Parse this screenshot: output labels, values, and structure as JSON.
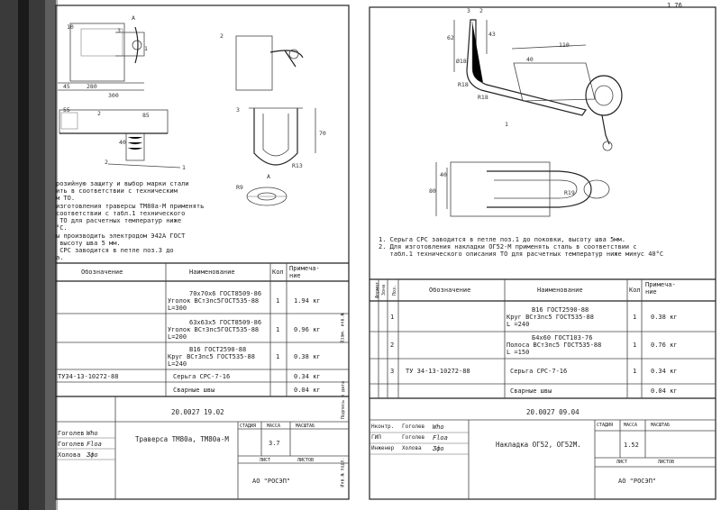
{
  "left_sheet": {
    "notes": [
      "розийную защиту и выбор марки стали",
      "ить в соответствии с техническим",
      "м ТО.",
      "изготовления траверсы ТМ80а-М применять",
      "соответствии с табл.1 технического",
      " ТО для расчетных температур ниже",
      "°С.",
      "ы производить электродом Э42А ГОСТ",
      " высоту шва 5 мм.",
      " СРС заводится в петле поз.3 до",
      "а."
    ],
    "dim_labels": [
      "10",
      "3",
      "А",
      "1",
      "45",
      "280",
      "300",
      "55",
      "2",
      "85",
      "40",
      "2",
      "1",
      "3",
      "70",
      "R13",
      "А",
      "R9",
      "2"
    ],
    "table_headers": {
      "oboznachenie": "Обозначение",
      "naimenovanie": "Наименование",
      "kol": "Кол",
      "primechanie": "Примеча-\nние"
    },
    "rows": [
      {
        "designation": "",
        "name_line1": "70х70х6 ГОСТ8509-86",
        "name_line2": "Уголок ВСт3пс5ГОСТ535-88",
        "name_line3": "L=300",
        "qty": "1",
        "note": "1.94 кг"
      },
      {
        "designation": "",
        "name_line1": "63х63х5 ГОСТ8509-86",
        "name_line2": "Уголок ВСт3пс5ГОСТ535-88",
        "name_line3": "L=200",
        "qty": "1",
        "note": "0.96 кг"
      },
      {
        "designation": "",
        "name_line1": "В16 ГОСТ2590-88",
        "name_line2": "Круг ВСт3пс5 ГОСТ535-88",
        "name_line3": "L=240",
        "qty": "1",
        "note": "0.38 кг"
      },
      {
        "designation": "ТУ34-13-10272-88",
        "name_line1": "Серьга СРС-7-16",
        "name_line2": "",
        "name_line3": "",
        "qty": "",
        "note": "0.34 кг"
      },
      {
        "designation": "",
        "name_line1": "Сварные швы",
        "name_line2": "",
        "name_line3": "",
        "qty": "",
        "note": "0.04 кг"
      }
    ],
    "title_block": {
      "doc_number": "20.0027 19.02",
      "people": [
        {
          "name": "Гоголев",
          "sign": "Who"
        },
        {
          "name": "Гоголев",
          "sign": "Floa"
        },
        {
          "name": "Холова",
          "sign": "Ӡфо"
        }
      ],
      "title": "Траверса ТМ80а, ТМ80а-М",
      "stage_label": "СТАДИЯ",
      "mass_label": "МАССА",
      "scale_label": "МАСШТАБ",
      "mass": "3.7",
      "sheet_label": "ЛИСТ",
      "sheets_label": "ЛИСТОВ",
      "org": "АО \"РОСЭП\""
    }
  },
  "right_sheet": {
    "page_number": "1 76",
    "dim_labels": [
      "62",
      "43",
      "2",
      "3",
      "Ø18",
      "R18",
      "40",
      "110",
      "R18",
      "1",
      "40",
      "80",
      "R19"
    ],
    "notes": [
      "1. Серьга СРС заводится в петле поз.1 до поковки, высоту шва 5мм.",
      "2. Для изготовления накладки ОГ52-М применять сталь в соответствии с",
      "   табл.1 технического описания ТО для расчетных температур ниже минус 40°С"
    ],
    "table_headers": {
      "format": "Формат",
      "zona": "Зона",
      "poz": "Поз.",
      "oboznachenie": "Обозначение",
      "naimenovanie": "Наименование",
      "kol": "Кол",
      "primechanie": "Примеча-\nние"
    },
    "rows": [
      {
        "poz": "1",
        "designation": "",
        "name_line1": "В16 ГОСТ2590-88",
        "name_line2": "Круг ВСт3пс5 ГОСТ535-88",
        "name_line3": "L =240",
        "qty": "1",
        "note": "0.38 кг"
      },
      {
        "poz": "2",
        "designation": "",
        "name_line1": "Б4х60 ГОСТ103-76",
        "name_line2": "Полоса ВСт3пс5 ГОСТ535-88",
        "name_line3": "L =150",
        "qty": "1",
        "note": "0.76 кг"
      },
      {
        "poz": "3",
        "designation": "ТУ 34-13-10272-88",
        "name_line1": "Серьга СРС-7-16",
        "name_line2": "",
        "name_line3": "",
        "qty": "1",
        "note": "0.34 кг"
      },
      {
        "poz": "",
        "designation": "",
        "name_line1": "Сварные швы",
        "name_line2": "",
        "name_line3": "",
        "qty": "",
        "note": "0.04 кг"
      }
    ],
    "side_labels": [
      "Взам. инв.№",
      "Подпись и дата",
      "Инв.№ подл."
    ],
    "title_block": {
      "doc_number": "20.0027 09.04",
      "roles": [
        "Нконтр.",
        "ГИП",
        "Инженер"
      ],
      "people": [
        {
          "name": "Гоголев",
          "sign": "Who"
        },
        {
          "name": "Гоголев",
          "sign": "Floa"
        },
        {
          "name": "Холова",
          "sign": "Ӡфо"
        }
      ],
      "title": "Накладка ОГ52, ОГ52М.",
      "stage_label": "СТАДИЯ",
      "mass_label": "МАССА",
      "scale_label": "МАСШТАБ",
      "mass": "1.52",
      "sheet_label": "ЛИСТ",
      "sheets_label": "ЛИСТОВ",
      "org": "АО \"РОСЭП\""
    }
  }
}
